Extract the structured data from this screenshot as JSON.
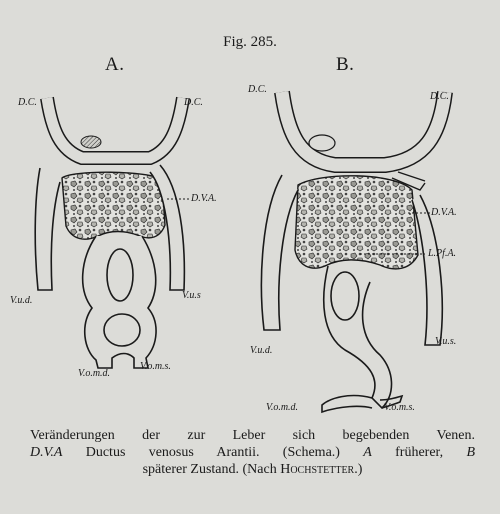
{
  "figure": {
    "number": "Fig. 285.",
    "panel_a": "A.",
    "panel_b": "B.",
    "labels_a": {
      "dc_left": "D.C.",
      "dc_right": "D.C.",
      "dva": "D.V.A.",
      "vud": "V.u.d.",
      "vus": "V.u.s",
      "vomd": "V.o.m.d.",
      "voms": "V.o.m.s."
    },
    "labels_b": {
      "dc_left": "D.C.",
      "dc_right": "D.C.",
      "dva": "D.V.A.",
      "lpfa": "L.Pf.A.",
      "vud": "V.u.d.",
      "vus": "V.u.s.",
      "vomd": "V.o.m.d.",
      "voms": "V.o.m.s."
    }
  },
  "caption": {
    "line1": "Veränderungen der zur Leber sich begebenden Venen.",
    "line2_abbr": "D.V.A",
    "line2_text": " Ductus venosus Arantii. (Schema.) ",
    "line2_a": "A",
    "line2_a_text": " früherer, ",
    "line2_b": "B",
    "line3_text": "späterer Zustand. (Nach ",
    "line3_author": "Hochstetter",
    "line3_end": ".)"
  }
}
